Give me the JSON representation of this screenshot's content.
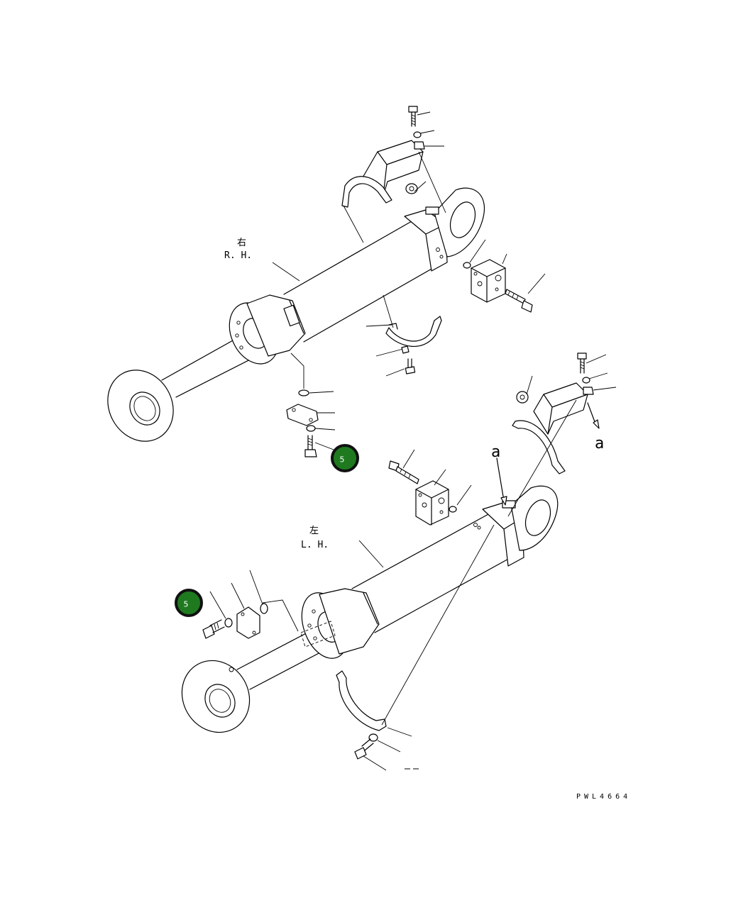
{
  "labels": {
    "rh_kanji": "右",
    "rh": "R. H.",
    "lh_kanji": "左",
    "lh": "L. H.",
    "view_a_top": "a",
    "view_a_right": "a",
    "drawing_code": "PWL4664"
  },
  "badges": [
    {
      "text": "5"
    },
    {
      "text": "5"
    }
  ],
  "colors": {
    "badge_fill": "#1f7a1f",
    "badge_ring": "#111111",
    "line": "#000000",
    "background": "#ffffff"
  },
  "icons": [
    "hydraulic-cylinder-icon",
    "bolt-icon",
    "washer-icon",
    "clamp-icon",
    "bracket-icon",
    "valve-block-icon",
    "flange-plate-icon",
    "o-ring-icon",
    "view-arrow-icon"
  ]
}
